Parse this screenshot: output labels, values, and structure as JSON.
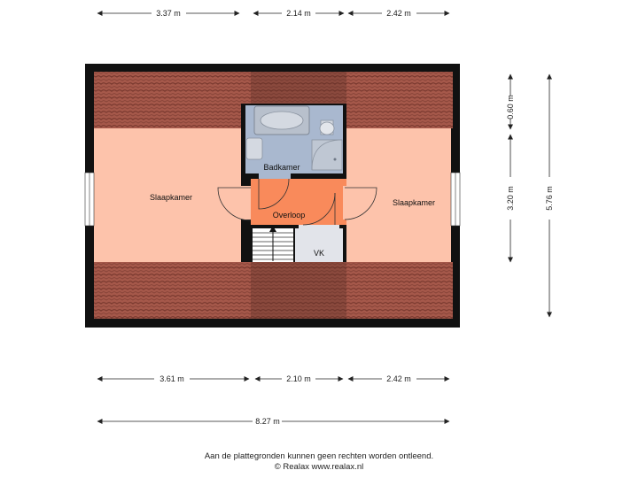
{
  "dimensions": {
    "top": [
      "3.37 m",
      "2.14 m",
      "2.42 m"
    ],
    "bottom": [
      "3.61 m",
      "2.10 m",
      "2.42 m"
    ],
    "total": "8.27 m",
    "right_inner": [
      "0.60 m",
      "3.20 m"
    ],
    "right_outer": "5.76 m"
  },
  "rooms": {
    "left_bedroom": "Slaapkamer",
    "right_bedroom": "Slaapkamer",
    "bathroom": "Badkamer",
    "landing": "Overloop",
    "closet": "VK"
  },
  "colors": {
    "bedroom": "#fdc3ab",
    "bathroom": "#a9b8cf",
    "landing": "#f98a5b",
    "closet": "#e2e4ea",
    "roof": "#a5584a",
    "wall": "#111111"
  },
  "footer": {
    "disclaimer": "Aan de plattegronden kunnen geen rechten worden ontleend.",
    "copyright": "© Realax www.realax.nl"
  }
}
